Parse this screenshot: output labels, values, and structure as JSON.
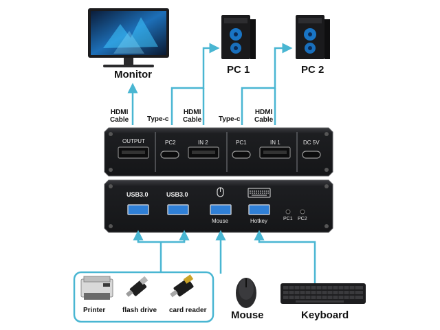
{
  "devices": {
    "monitor": "Monitor",
    "pc1": "PC 1",
    "pc2": "PC 2",
    "mouse": "Mouse",
    "keyboard": "Keyboard",
    "printer": "Printer",
    "flash_drive": "flash drive",
    "card_reader": "card reader"
  },
  "cables": {
    "hdmi_output": "HDMI\nCable",
    "type_c_pc2": "Type-c",
    "hdmi_in2": "HDMI\nCable",
    "type_c_pc1": "Type-c",
    "hdmi_in1": "HDMI\nCable"
  },
  "back_panel": {
    "output": "OUTPUT",
    "pc2": "PC2",
    "in2": "IN 2",
    "pc1": "PC1",
    "in1": "IN 1",
    "dc": "DC 5V"
  },
  "front_panel": {
    "usb1": "USB3.0",
    "usb2": "USB3.0",
    "mouse_port": "Mouse",
    "hotkey_port": "Hotkey",
    "pc1_led": "PC1",
    "pc2_led": "PC2"
  },
  "colors": {
    "arrow": "#49b6d2",
    "panel": "#222326",
    "usb_blue": "#2f7fd6"
  }
}
